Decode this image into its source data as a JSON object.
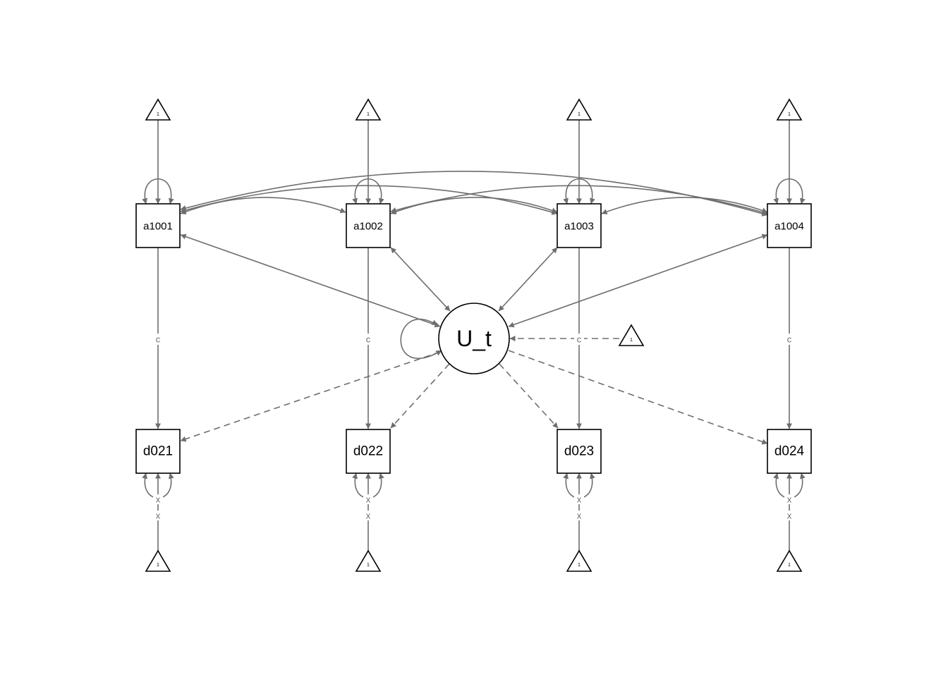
{
  "diagram": {
    "observed_top": [
      "a1001",
      "a1002",
      "a1003",
      "a1004"
    ],
    "observed_bottom": [
      "d021",
      "d022",
      "d023",
      "d024"
    ],
    "latent": "U_t",
    "intercept_label": "1",
    "path_label_c": "c",
    "path_label_x": "x",
    "colors": {
      "edge": "#6e6e6e",
      "node_stroke": "#000000",
      "background": "#ffffff"
    }
  }
}
